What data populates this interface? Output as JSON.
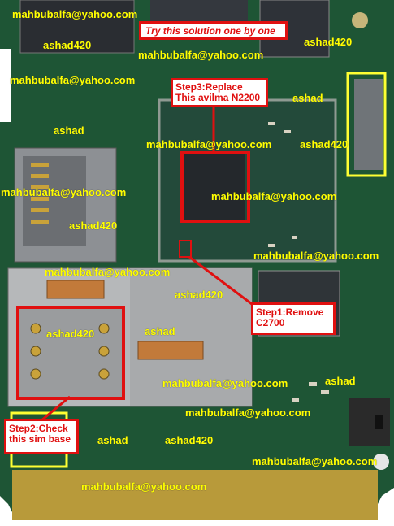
{
  "notes": {
    "try": "Try this solution one by one",
    "step3": [
      "Step3:Replace",
      "This avilma N2200"
    ],
    "step1": [
      "Step1:Remove",
      "C2700"
    ],
    "step2": [
      "Step2:Check",
      "this sim base"
    ]
  },
  "watermarks": {
    "email": "mahbubalfa@yahoo.com",
    "ashad420": "ashad420",
    "ashad": "ashad"
  },
  "colors": {
    "note_border": "#e01010",
    "highlight": "#ffff33",
    "watermark": "#ffff00",
    "pcb": "#1f5a3a"
  }
}
